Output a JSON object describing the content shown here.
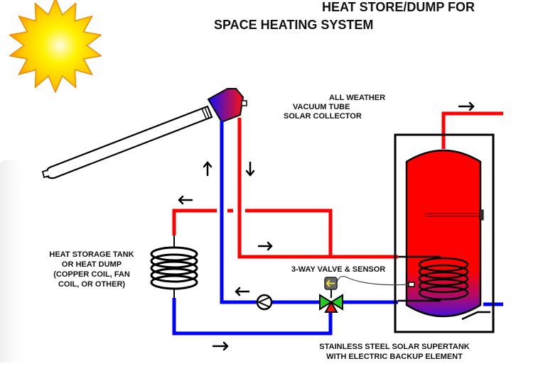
{
  "title": {
    "line1": "HEAT STORE/DUMP FOR",
    "line2": "SPACE HEATING SYSTEM"
  },
  "labels": {
    "collector": [
      "ALL WEATHER",
      "VACUUM TUBE",
      "SOLAR COLLECTOR"
    ],
    "heat_storage": [
      "HEAT STORAGE TANK",
      "OR HEAT DUMP",
      "(COPPER COIL, FAN",
      "COIL, OR OTHER)"
    ],
    "valve": "3-WAY VALVE & SENSOR",
    "supertank": [
      "STAINLESS STEEL SOLAR SUPERTANK",
      "WITH ELECTRIC BACKUP ELEMENT"
    ]
  },
  "icons": {
    "sun": "sun-icon",
    "collector": "vacuum-tube-collector",
    "pump": "circulation-pump",
    "valve": "three-way-valve",
    "sensor": "sensor-controller",
    "coil": "heat-exchanger-coil",
    "tank": "supertank",
    "arrows": [
      "arrow-up",
      "arrow-down",
      "arrow-left",
      "arrow-right"
    ]
  },
  "colors": {
    "hot": "#ff0000",
    "cold": "#0000ff",
    "tank_hot": "#ff0000",
    "tank_cold": "#5a10d0",
    "valve_green": "#22cc22",
    "valve_red": "#ee1111",
    "sensor_arrow": "#f0e030",
    "sun_core": "#fffbe0",
    "sun_mid": "#ffe800",
    "sun_edge": "#ff9a00"
  }
}
